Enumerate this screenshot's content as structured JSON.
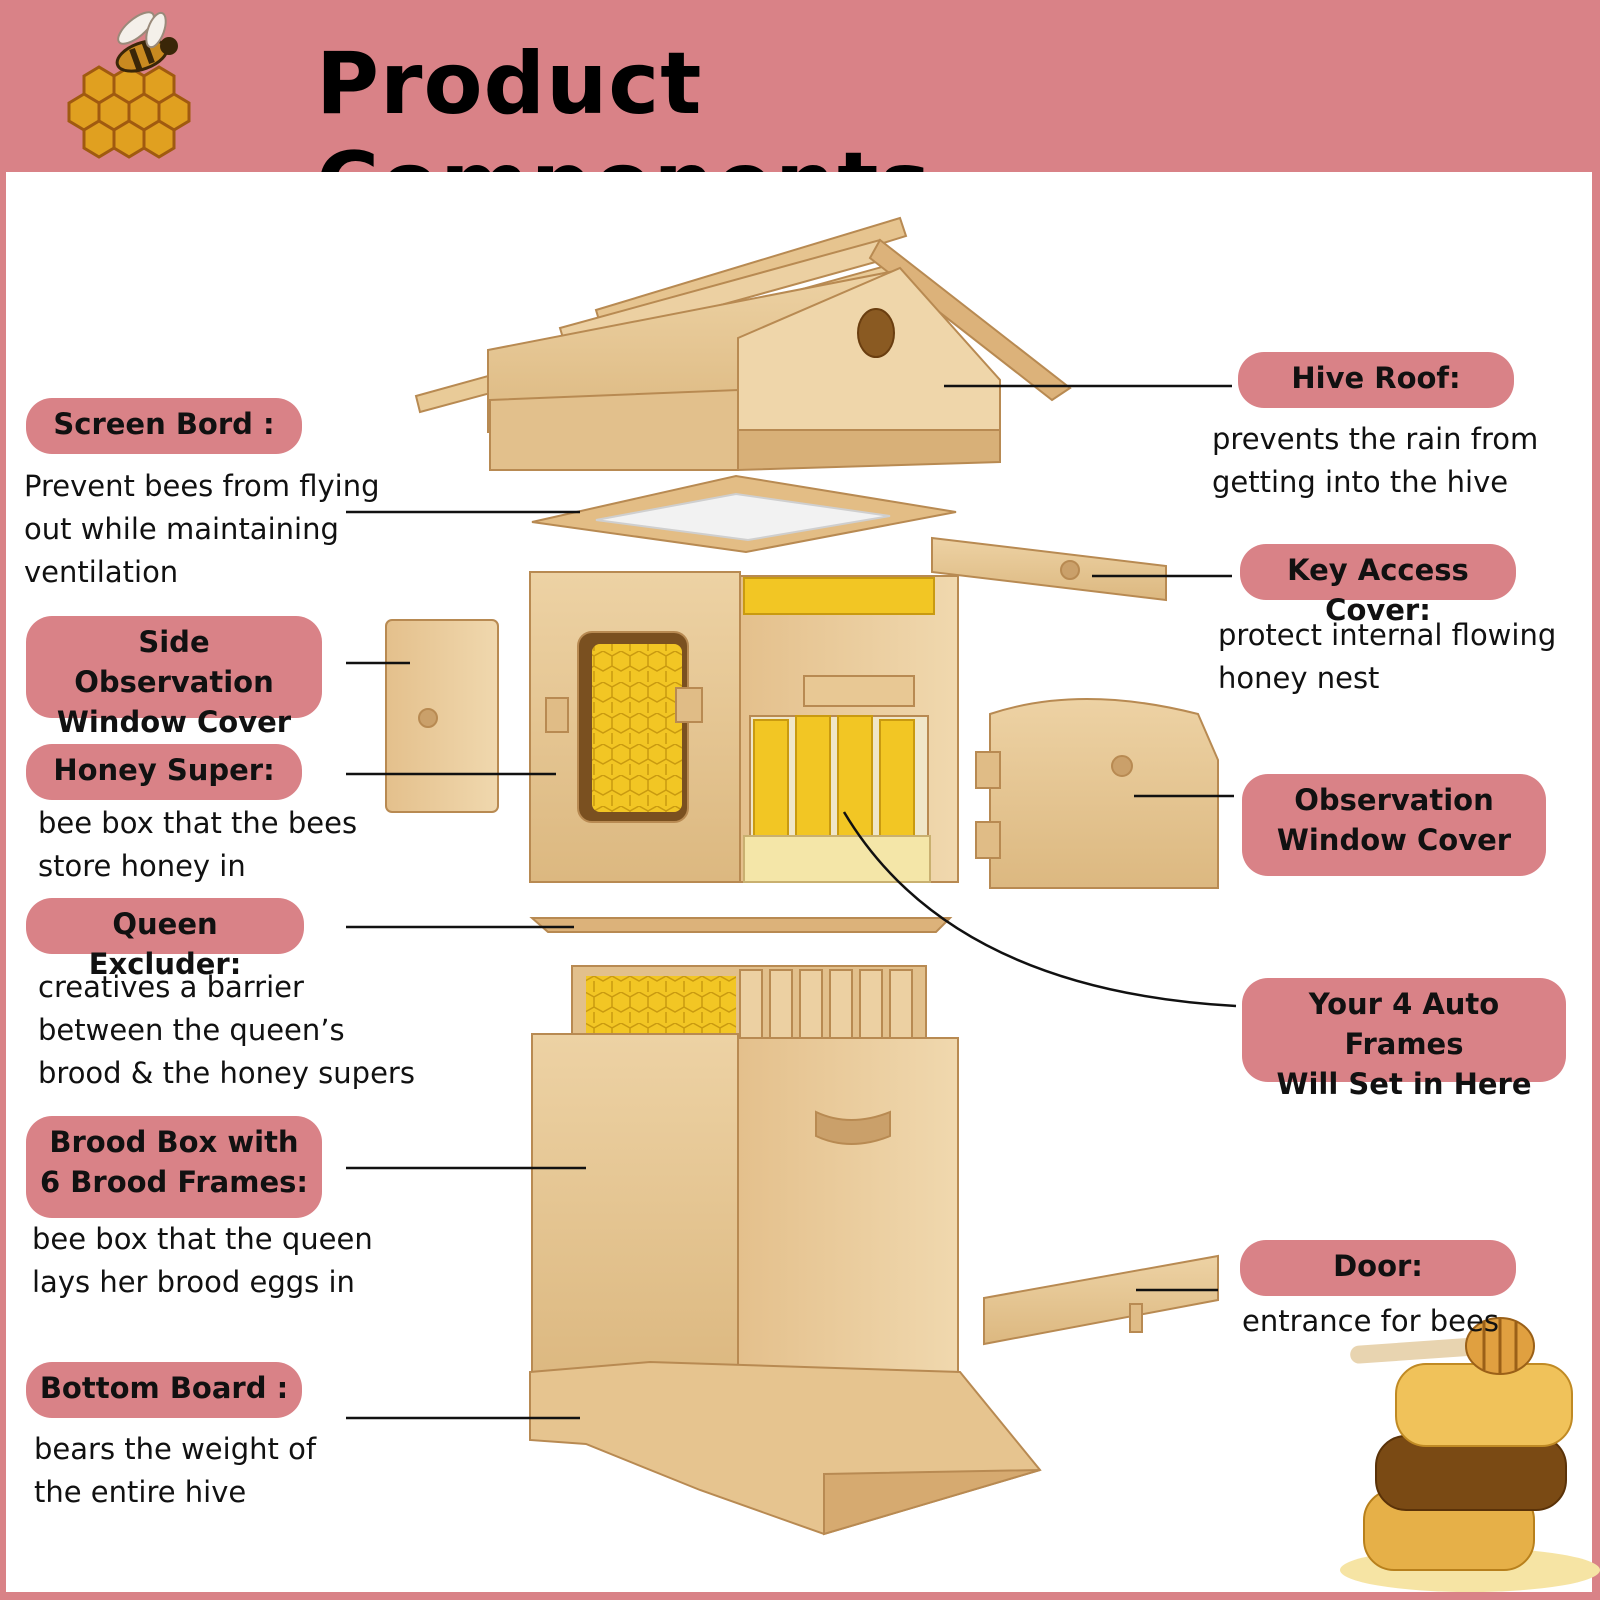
{
  "title": "Product Components",
  "colors": {
    "band": "#d98287",
    "panel": "#ffffff",
    "wood": "#e8c89a",
    "honey": "#f0c020"
  },
  "icons": {
    "logo": "bee-honeycomb-icon",
    "corner": "honeycomb-dipper-icon"
  },
  "components": {
    "screen_board": {
      "label": "Screen Bord :",
      "desc": "Prevent bees from flying\nout while maintaining\nventilation"
    },
    "side_window_cover": {
      "label": "Side Observation\nWindow Cover",
      "desc": ""
    },
    "honey_super": {
      "label": "Honey Super:",
      "desc": "bee box that the bees\nstore honey in"
    },
    "queen_excluder": {
      "label": "Queen Excluder:",
      "desc": "creatives a barrier\nbetween the queen’s\nbrood & the honey supers"
    },
    "brood_box": {
      "label": "Brood Box with\n6 Brood Frames:",
      "desc": "bee box that the queen\nlays her brood eggs in"
    },
    "bottom_board": {
      "label": "Bottom Board :",
      "desc": "bears the weight of\nthe entire hive"
    },
    "hive_roof": {
      "label": "Hive Roof:",
      "desc": "prevents the rain from\ngetting into the hive"
    },
    "key_access_cover": {
      "label": "Key Access Cover:",
      "desc": "protect internal flowing\nhoney nest"
    },
    "observation_window_cover": {
      "label": "Observation\nWindow Cover",
      "desc": ""
    },
    "auto_frames": {
      "label": "Your 4 Auto Frames\nWill Set in Here",
      "desc": ""
    },
    "door": {
      "label": "Door:",
      "desc": "entrance for bees"
    }
  }
}
